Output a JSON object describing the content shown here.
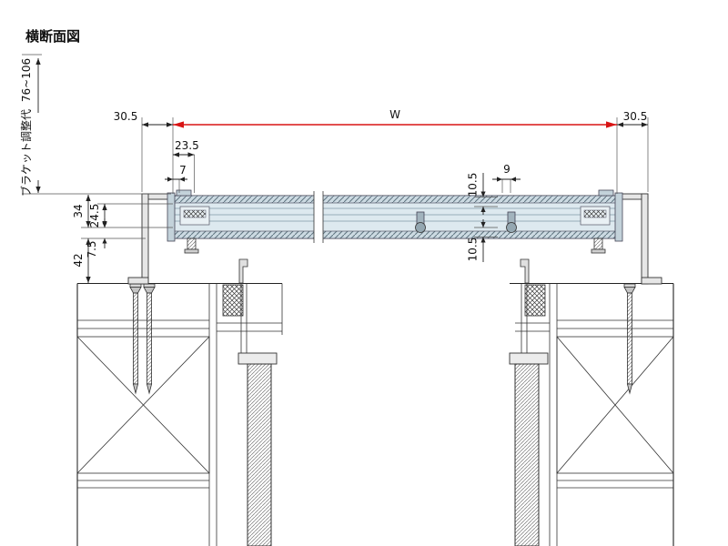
{
  "title": "横断面図",
  "colors": {
    "dimension_red": "#d81414",
    "glass_fill": "#dde9ef"
  },
  "dimensions": {
    "w": "W",
    "offset_left": "30.5",
    "offset_right": "30.5",
    "d23_5": "23.5",
    "d7": "7",
    "d9": "9",
    "d10_5_upper": "10.5",
    "d10_5_lower": "10.5",
    "d34": "34",
    "d24_5": "24.5",
    "d7_5": "7.5",
    "d42": "42",
    "bracket_range": "76~106",
    "bracket_label": "ブラケット調整代"
  }
}
